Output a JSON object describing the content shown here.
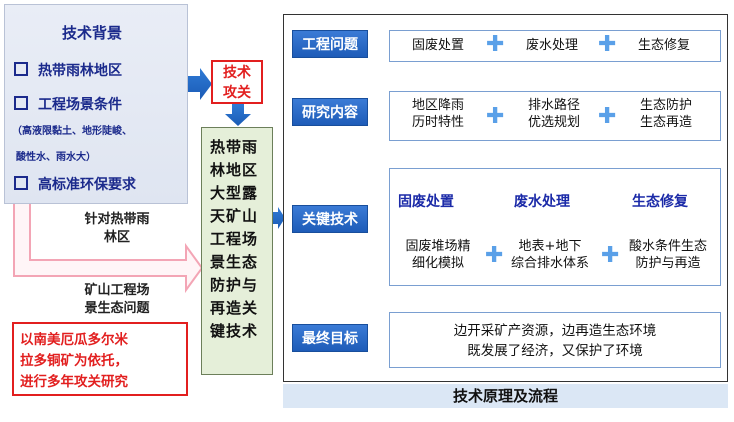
{
  "left": {
    "title": "技术背景",
    "items": [
      "热带雨林地区",
      "工程场景条件",
      "高标准环保要求"
    ],
    "note_lines": [
      "（高液限黏土、地形陡峻、",
      "酸性水、雨水大）"
    ],
    "label_tropical_lines": [
      "针对热带雨",
      "林区"
    ],
    "label_mine_lines": [
      "矿山工程场",
      "景生态问题"
    ],
    "red_box_lines": [
      "以南美厄瓜多尔米",
      "拉多铜矿为依托，",
      "进行多年攻关研究"
    ]
  },
  "tech_box_lines": [
    "技术",
    "攻关"
  ],
  "green_box_text": "热带雨林地区大型露天矿山工程场景生态防护与再造关键技术",
  "main": {
    "caption": "技术原理及流程",
    "steps": [
      "工程问题",
      "研究内容",
      "关键技术",
      "最终目标"
    ],
    "problems": [
      "固废处置",
      "废水处理",
      "生态修复"
    ],
    "research": [
      [
        "地区降雨",
        "历时特性"
      ],
      [
        "排水路径",
        "优选规划"
      ],
      [
        "生态防护",
        "生态再造"
      ]
    ],
    "key_tech_headers": [
      "固废处置",
      "废水处理",
      "生态修复"
    ],
    "key_tech": [
      [
        "固废堆场精",
        "细化模拟"
      ],
      [
        "地表+地下",
        "综合排水体系"
      ],
      [
        "酸水条件生态",
        "防护与再造"
      ]
    ],
    "goal_lines": [
      "边开采矿产资源，边再造生态环境",
      "既发展了经济，又保护了环境"
    ]
  }
}
